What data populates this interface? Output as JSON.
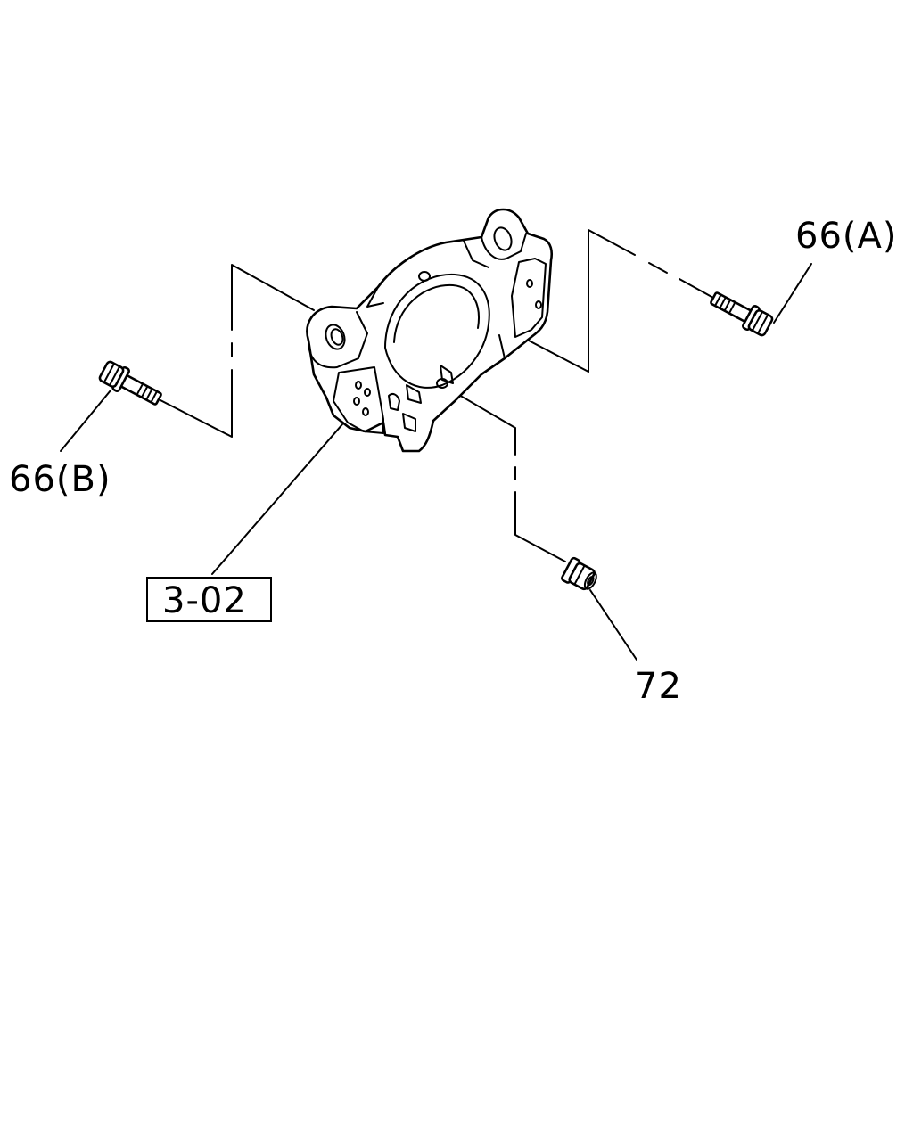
{
  "callouts": {
    "bolt_a": "66(A)",
    "bolt_b": "66(B)",
    "nut": "72",
    "bracket_ref": "3-02"
  },
  "icons": {
    "bracket": "steering-knuckle-bracket-icon",
    "bolt_a": "flange-bolt-icon",
    "bolt_b": "flange-bolt-icon",
    "nut": "flange-nut-icon"
  },
  "colors": {
    "line": "#000000",
    "background": "#ffffff"
  }
}
